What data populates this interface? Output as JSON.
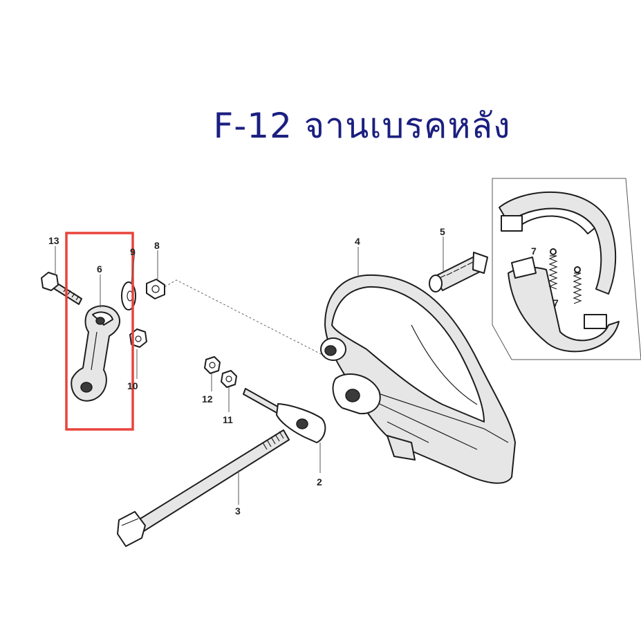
{
  "title": "F-12 จานเบรคหลัง",
  "highlight_color": "#e8433b",
  "title_color": "#1b1f80",
  "callouts": {
    "c1": "13",
    "c2": "6",
    "c3": "9",
    "c4": "8",
    "c5": "10",
    "c6": "4",
    "c7": "5",
    "c8": "7",
    "c9": "7",
    "c10": "12",
    "c11": "11",
    "c12": "2",
    "c13": "3"
  }
}
